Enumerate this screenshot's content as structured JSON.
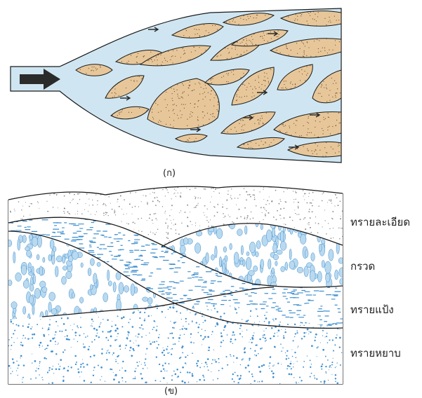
{
  "panel_a": {
    "caption": "(ก)"
  },
  "panel_b": {
    "caption": "(ข)",
    "layers": [
      {
        "key": "fine_sand",
        "label": "ทรายละเอียด"
      },
      {
        "key": "gravel",
        "label": "กรวด"
      },
      {
        "key": "silt",
        "label": "ทรายแป้ง"
      },
      {
        "key": "coarse_sand",
        "label": "ทรายหยาบ"
      }
    ]
  },
  "colors": {
    "water": "#cfe6f2",
    "sand_bar": "#e7c79a",
    "outline": "#1a1a1a",
    "blue_mark": "#3f8fcf",
    "gravel_pebble": "#b9d9ef",
    "arrow": "#2b2b2b"
  }
}
